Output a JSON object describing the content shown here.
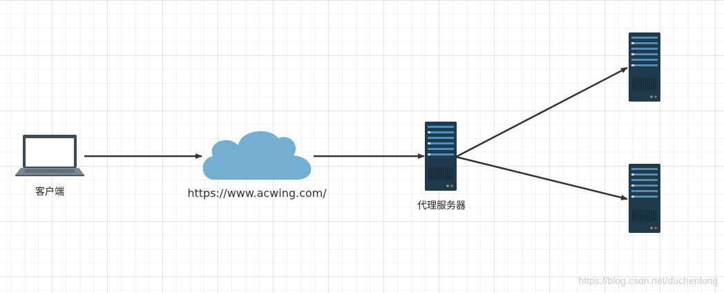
{
  "nodes": {
    "client": {
      "label": "客户端"
    },
    "internet": {
      "label": "https://www.acwing.com/"
    },
    "proxy": {
      "label": "代理服务器"
    },
    "backend_1": {
      "label": ""
    },
    "backend_2": {
      "label": ""
    }
  },
  "edges": [
    {
      "from": "client",
      "to": "internet"
    },
    {
      "from": "internet",
      "to": "proxy"
    },
    {
      "from": "proxy",
      "to": "backend_1"
    },
    {
      "from": "proxy",
      "to": "backend_2"
    }
  ],
  "watermark": "https://blog.csdn.net/duchenlong",
  "colors": {
    "server_body": "#1e3a4b",
    "server_slot": "#4a90c2",
    "cloud": "#74aed0",
    "laptop_frame": "#3a4b5a",
    "edge": "#333333"
  }
}
